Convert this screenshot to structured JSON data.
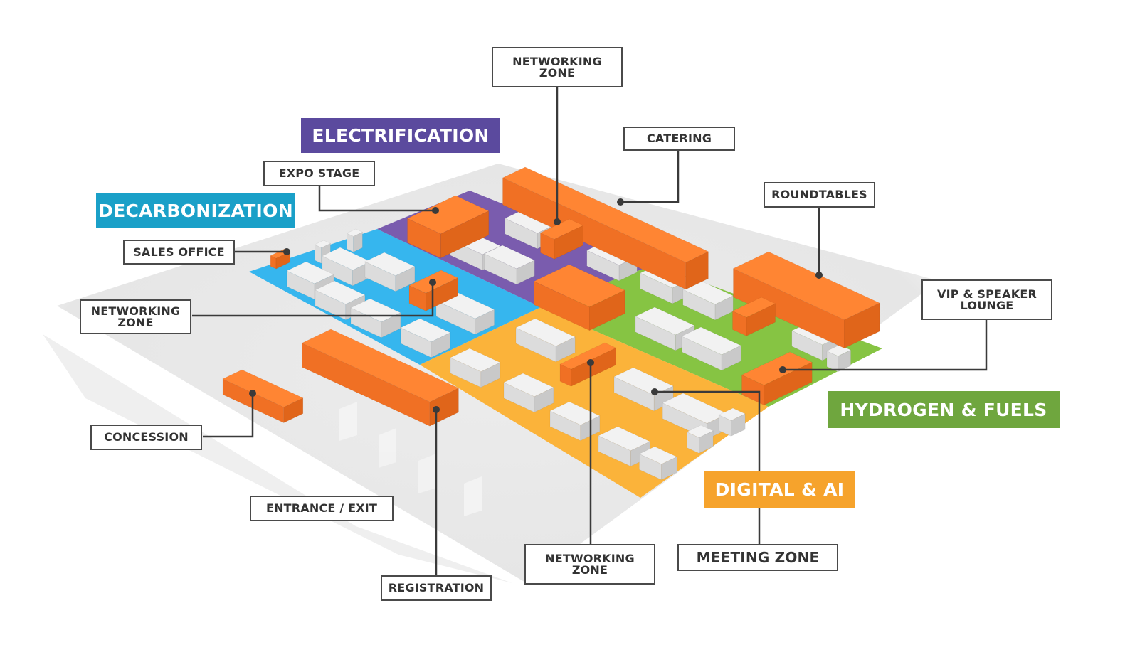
{
  "zones": {
    "decarbonization": {
      "label": "DECARBONIZATION",
      "color": "#1aa0c8",
      "floor": "#36b6ee"
    },
    "electrification": {
      "label": "ELECTRIFICATION",
      "color": "#5b4a9e",
      "floor": "#7a5cae"
    },
    "hydrogen": {
      "label": "HYDROGEN & FUELS",
      "color": "#6fa63e",
      "floor": "#86c443"
    },
    "digital": {
      "label": "DIGITAL & AI",
      "color": "#f6a32c",
      "floor": "#fbb33a"
    }
  },
  "labels": {
    "networking_zone_top": "NETWORKING\nZONE",
    "catering": "CATERING",
    "expo_stage": "EXPO STAGE",
    "roundtables": "ROUNDTABLES",
    "sales_office": "SALES OFFICE",
    "networking_zone_left": "NETWORKING\nZONE",
    "vip_lounge": "VIP & SPEAKER\nLOUNGE",
    "concession": "CONCESSION",
    "entrance_exit": "ENTRANCE / EXIT",
    "registration": "REGISTRATION",
    "networking_zone_bottom": "NETWORKING\nZONE",
    "meeting_zone": "MEETING ZONE"
  },
  "colors": {
    "orange_top": "#ff8533",
    "orange_side": "#e0651a",
    "orange_front": "#f07024",
    "booth_top": "#f2f2f2",
    "booth_side": "#c9c9c9",
    "floor": "#e9e9e9",
    "leader": "#3a3a3a"
  }
}
